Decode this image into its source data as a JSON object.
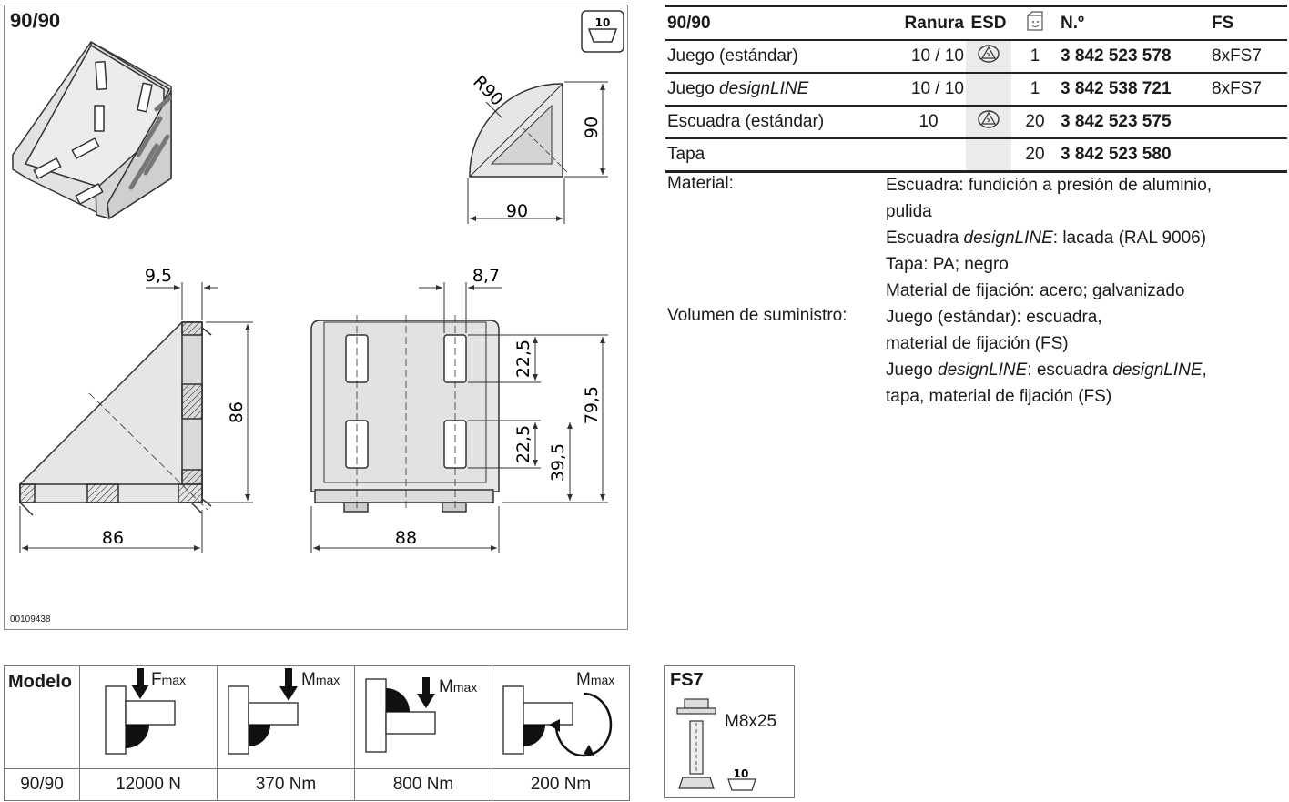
{
  "panel": {
    "title": "90/90",
    "slot_badge": "10",
    "drawing_id": "00109438"
  },
  "dimensions": {
    "r90": "R90",
    "top_w": "90",
    "top_h": "90",
    "side_95": "9,5",
    "side_86w": "86",
    "side_86h": "86",
    "front_87": "8,7",
    "front_88": "88",
    "front_225a": "22,5",
    "front_225b": "22,5",
    "front_395": "39,5",
    "front_795": "79,5"
  },
  "spec_table": {
    "headers": {
      "model": "90/90",
      "ranura": "Ranura",
      "esd": "ESD",
      "no": "N.º",
      "fs": "FS"
    },
    "rows": [
      {
        "name": "Juego (estándar)",
        "ranura": "10 / 10",
        "esd": true,
        "qty": "1",
        "no": "3 842 523 578",
        "fs": "8xFS7"
      },
      {
        "name_pre": "Juego ",
        "name_it": "designLINE",
        "ranura": "10 / 10",
        "esd": false,
        "qty": "1",
        "no": "3 842 538 721",
        "fs": "8xFS7"
      },
      {
        "name": "Escuadra (estándar)",
        "ranura": "10",
        "esd": true,
        "qty": "20",
        "no": "3 842 523 575",
        "fs": ""
      },
      {
        "name": "Tapa",
        "ranura": "",
        "esd": false,
        "qty": "20",
        "no": "3 842 523 580",
        "fs": ""
      }
    ]
  },
  "info": {
    "material_label": "Material:",
    "material_l1": "Escuadra: fundición a presión de aluminio,",
    "material_l2": "pulida",
    "material_l3_pre": "Escuadra ",
    "material_l3_it": "designLINE",
    "material_l3_post": ": lacada (RAL 9006)",
    "material_l4": "Tapa: PA; negro",
    "material_l5": "Material de fijación: acero; galvanizado",
    "supply_label": "Volumen de suministro:",
    "supply_l1": "Juego (estándar): escuadra,",
    "supply_l2": "material de fijación (FS)",
    "supply_l3_pre": "Juego ",
    "supply_l3_it": "designLINE",
    "supply_l3_mid": ": escuadra ",
    "supply_l3_it2": "designLINE",
    "supply_l3_post": ",",
    "supply_l4": "tapa, material de fijación (FS)"
  },
  "model_table": {
    "header": "Modelo",
    "icon_labels": {
      "f": "F",
      "m": "M",
      "sub": "max"
    },
    "row_model": "90/90",
    "values": [
      "12000 N",
      "370 Nm",
      "800 Nm",
      "200 Nm"
    ]
  },
  "fs": {
    "title": "FS7",
    "bolt": "M8x25",
    "slot": "10"
  },
  "colors": {
    "part_fill": "#e6e6e6",
    "line": "#333333",
    "border": "#8c8c8c"
  }
}
